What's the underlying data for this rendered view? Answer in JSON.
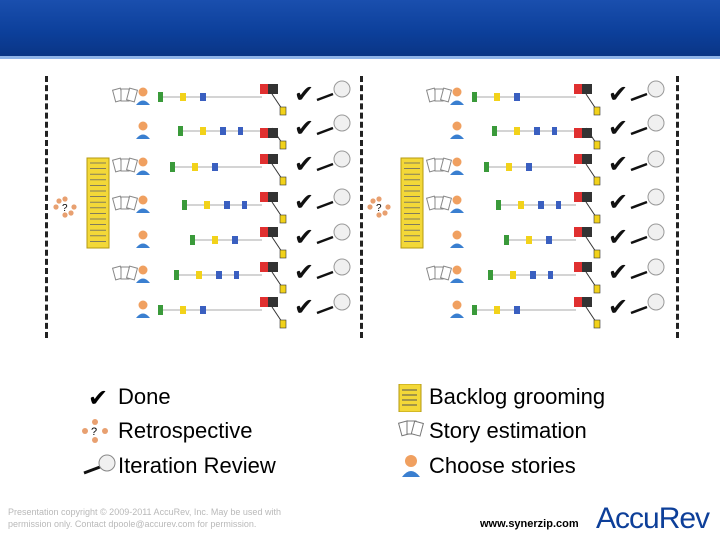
{
  "legend_left": [
    {
      "icon": "checkmark-icon",
      "label": "Done"
    },
    {
      "icon": "retrospective-icon",
      "label": "Retrospective"
    },
    {
      "icon": "magnifier-icon",
      "label": "Iteration Review"
    }
  ],
  "legend_right": [
    {
      "icon": "backlog-list-icon",
      "label": "Backlog grooming"
    },
    {
      "icon": "story-cards-icon",
      "label": "Story estimation"
    },
    {
      "icon": "person-icon",
      "label": "Choose stories"
    }
  ],
  "retro_symbol": "?",
  "check_symbol": "✔",
  "footer": {
    "copyright": "Presentation copyright © 2009-2011 AccuRev, Inc. May be used with permission only. Contact dpoole@accurev.com for permission.",
    "website": "www.synerzip.com",
    "brand": "AccuRev"
  },
  "colors": {
    "header": "#0c3f9a",
    "brand": "#0d3f99",
    "flow_red": "#e03030",
    "flow_green": "#3a9a3a",
    "flow_blue": "#3a5fc0",
    "flow_yellow": "#f2d21a"
  }
}
